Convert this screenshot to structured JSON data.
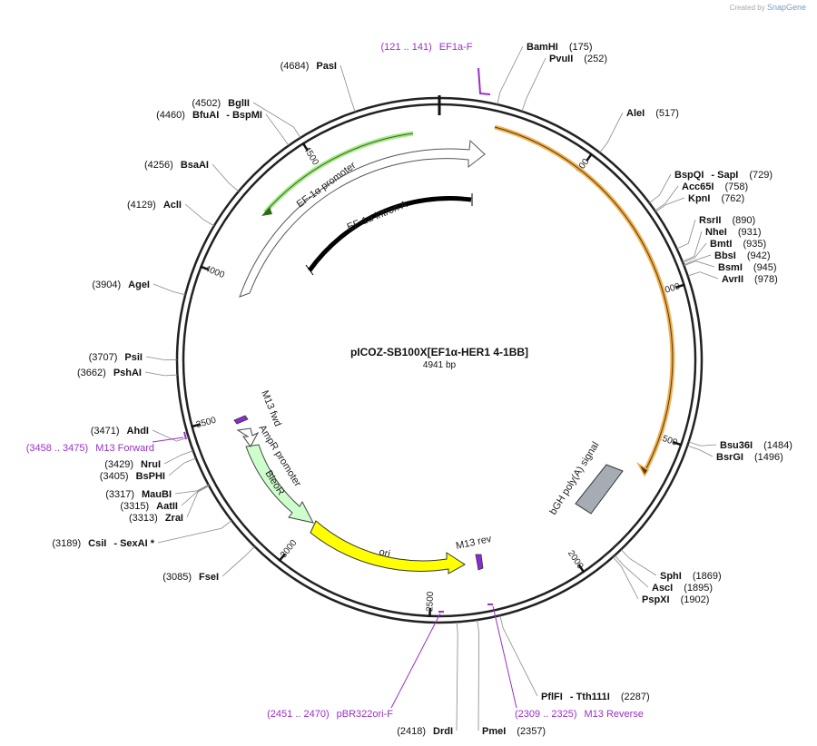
{
  "plasmid": {
    "name": "pICOZ-SB100X[EF1α-HER1 4-1BB]",
    "length": 4941,
    "length_label": "4941 bp"
  },
  "credit": {
    "prefix": "Created by",
    "brand": "SnapGene"
  },
  "colors": {
    "efa_primer": "#9a30c8",
    "orange_feature": "#f0b050",
    "green_feature": "#a6e88a",
    "yellow_ori": "#ffff00",
    "bleor": "#ccffcc",
    "purple_primer": "#9a30c8",
    "polyA_grey": "#a5acb4"
  },
  "ticks": [
    "500",
    "1000",
    "1500",
    "2000",
    "2500",
    "3000",
    "3500",
    "4000",
    "4500"
  ],
  "sites": [
    {
      "name": "BamHI",
      "pos": "(175)"
    },
    {
      "name": "PvuII",
      "pos": "(252)"
    },
    {
      "name": "AleI",
      "pos": "(517)"
    },
    {
      "name": "BspQI",
      "name2": "SapI",
      "pos": "(729)"
    },
    {
      "name": "Acc65I",
      "pos": "(758)"
    },
    {
      "name": "KpnI",
      "pos": "(762)"
    },
    {
      "name": "RsrII",
      "pos": "(890)"
    },
    {
      "name": "NheI",
      "pos": "(931)"
    },
    {
      "name": "BmtI",
      "pos": "(935)"
    },
    {
      "name": "BbsI",
      "pos": "(942)"
    },
    {
      "name": "BsmI",
      "pos": "(945)"
    },
    {
      "name": "AvrII",
      "pos": "(978)"
    },
    {
      "name": "Bsu36I",
      "pos": "(1484)"
    },
    {
      "name": "BsrGI",
      "pos": "(1496)"
    },
    {
      "name": "SphI",
      "pos": "(1869)"
    },
    {
      "name": "AscI",
      "pos": "(1895)"
    },
    {
      "name": "PspXI",
      "pos": "(1902)"
    },
    {
      "name": "PflFI",
      "name2": "Tth111I",
      "pos": "(2287)"
    },
    {
      "name": "PmeI",
      "pos": "(2357)"
    },
    {
      "name": "DrdI",
      "pos": "(2418)"
    },
    {
      "name": "FseI",
      "pos": "(3085)"
    },
    {
      "name": "CsiI",
      "name2": "SexAI *",
      "pos": "(3189)"
    },
    {
      "name": "ZraI",
      "pos": "(3313)"
    },
    {
      "name": "AatII",
      "pos": "(3315)"
    },
    {
      "name": "MauBI",
      "pos": "(3317)"
    },
    {
      "name": "BsPHI",
      "pos": "(3405)"
    },
    {
      "name": "NruI",
      "pos": "(3429)"
    },
    {
      "name": "AhdI",
      "pos": "(3471)"
    },
    {
      "name": "PshAI",
      "pos": "(3662)"
    },
    {
      "name": "PsiI",
      "pos": "(3707)"
    },
    {
      "name": "AgeI",
      "pos": "(3904)"
    },
    {
      "name": "AclI",
      "pos": "(4129)"
    },
    {
      "name": "BsaAI",
      "pos": "(4256)"
    },
    {
      "name": "BfuAI",
      "name2": "BspMI",
      "pos": "(4460)"
    },
    {
      "name": "BglII",
      "pos": "(4502)"
    },
    {
      "name": "PasI",
      "pos": "(4684)"
    }
  ],
  "primers": [
    {
      "range": "(121 .. 141)",
      "name": "EF1a-F"
    },
    {
      "range": "(2309 .. 2325)",
      "name": "M13 Reverse"
    },
    {
      "range": "(2451 .. 2470)",
      "name": "pBR322ori-F"
    },
    {
      "range": "(3458 .. 3475)",
      "name": "M13 Forward"
    }
  ],
  "features": [
    {
      "name": "EF-1α promoter"
    },
    {
      "name": "EF-1α intron A"
    },
    {
      "name": "bGH poly(A) signal"
    },
    {
      "name": "ori"
    },
    {
      "name": "BleoR"
    },
    {
      "name": "AmpR promoter"
    },
    {
      "name": "M13 fwd"
    },
    {
      "name": "M13 rev"
    }
  ]
}
